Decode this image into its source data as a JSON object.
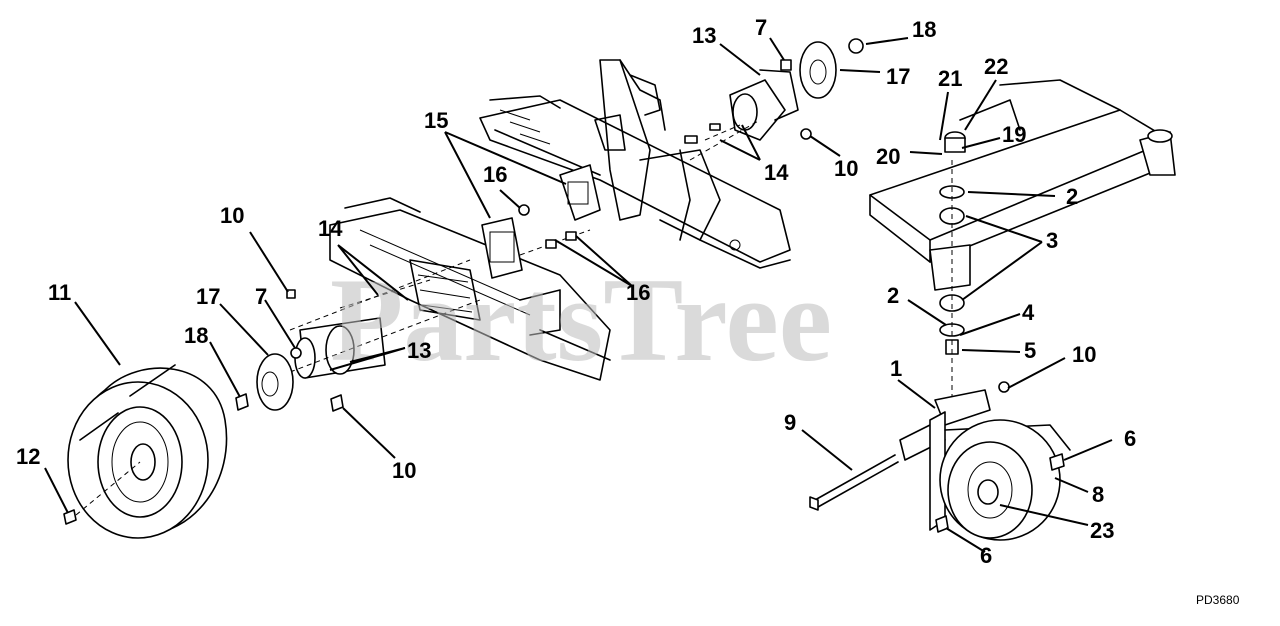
{
  "watermark": "PartsTree",
  "drawing_code": "PD3680",
  "callouts": [
    {
      "id": "c-13-top",
      "text": "13"
    },
    {
      "id": "c-7-top",
      "text": "7"
    },
    {
      "id": "c-18-top",
      "text": "18"
    },
    {
      "id": "c-17-top",
      "text": "17"
    },
    {
      "id": "c-21",
      "text": "21"
    },
    {
      "id": "c-22",
      "text": "22"
    },
    {
      "id": "c-19",
      "text": "19"
    },
    {
      "id": "c-20",
      "text": "20"
    },
    {
      "id": "c-10-top",
      "text": "10"
    },
    {
      "id": "c-14-top",
      "text": "14"
    },
    {
      "id": "c-15",
      "text": "15"
    },
    {
      "id": "c-16-top",
      "text": "16"
    },
    {
      "id": "c-2-top",
      "text": "2"
    },
    {
      "id": "c-3",
      "text": "3"
    },
    {
      "id": "c-10-left",
      "text": "10"
    },
    {
      "id": "c-14-left",
      "text": "14"
    },
    {
      "id": "c-16-mid",
      "text": "16"
    },
    {
      "id": "c-11",
      "text": "11"
    },
    {
      "id": "c-17-left",
      "text": "17"
    },
    {
      "id": "c-7-left",
      "text": "7"
    },
    {
      "id": "c-2-mid",
      "text": "2"
    },
    {
      "id": "c-4",
      "text": "4"
    },
    {
      "id": "c-18-left",
      "text": "18"
    },
    {
      "id": "c-13-mid",
      "text": "13"
    },
    {
      "id": "c-5",
      "text": "5"
    },
    {
      "id": "c-10-right",
      "text": "10"
    },
    {
      "id": "c-1",
      "text": "1"
    },
    {
      "id": "c-9",
      "text": "9"
    },
    {
      "id": "c-6-top",
      "text": "6"
    },
    {
      "id": "c-12",
      "text": "12"
    },
    {
      "id": "c-10-bottom",
      "text": "10"
    },
    {
      "id": "c-8",
      "text": "8"
    },
    {
      "id": "c-23",
      "text": "23"
    },
    {
      "id": "c-6-bottom",
      "text": "6"
    }
  ]
}
